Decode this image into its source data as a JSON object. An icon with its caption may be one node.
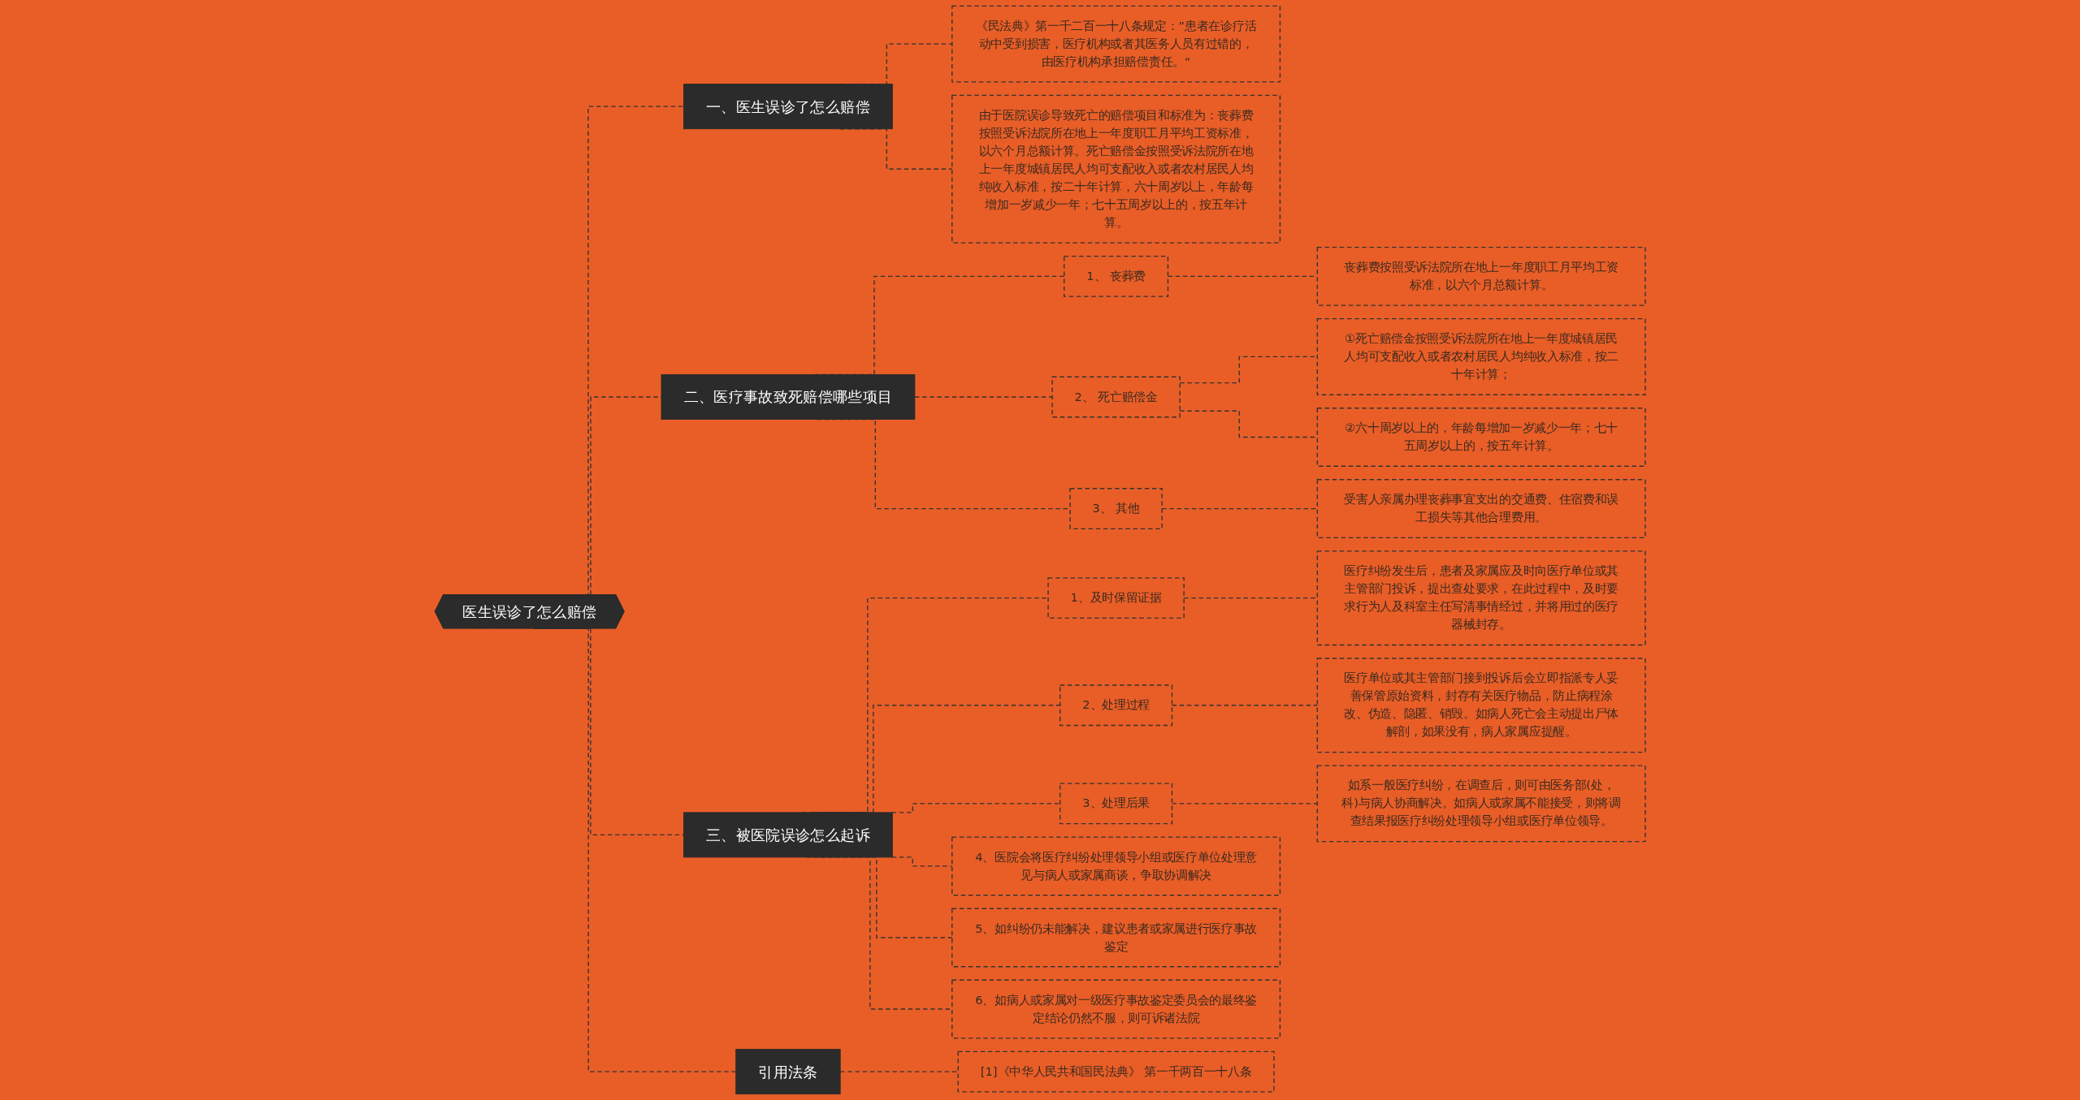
{
  "diagram": {
    "nodes": [
      {
        "text": [
          "医生误诊了怎么赔偿"
        ]
      },
      {
        "text": [
          "一、医生误诊了怎么赔偿"
        ]
      },
      {
        "text": [
          "《民法典》第一千二百一十八条规定：”患者在诊疗活动中受到损害，医疗机构或者其医务人员有过错的，由医疗机构承担赔偿责任。“"
        ]
      },
      {
        "text": [
          "由于医院误诊导致死亡的赔偿项目和标准为：丧葬费按照受诉法院所在地上一年度职工月平均工资标准，以六个月总额计算。死亡赔偿金按照受诉法院所在地上一年度城镇居民人均可支配收入或者农村居民人均纯收入标准，按二十年计算，六十周岁以上，年龄每增加一岁减少一年；七十五周岁以上的，按五年计算。"
        ]
      },
      {
        "text": [
          "二、医疗事故致死赔偿哪些项目"
        ]
      },
      {
        "text": [
          "1、 丧葬费"
        ]
      },
      {
        "text": [
          "丧葬费按照受诉法院所在地上一年度职工月平均工资标准，以六个月总额计算。"
        ]
      },
      {
        "text": [
          "2、 死亡赔偿金"
        ]
      },
      {
        "text": [
          "①死亡赔偿金按照受诉法院所在地上一年度城镇居民人均可支配收入或者农村居民人均纯收入标准，按二十年计算；"
        ]
      },
      {
        "text": [
          "②六十周岁以上的，年龄每增加一岁减少一年；七十五周岁以上的，按五年计算。"
        ]
      },
      {
        "text": [
          "3、 其他"
        ]
      },
      {
        "text": [
          "受害人亲属办理丧葬事宜支出的交通费、住宿费和误工损失等其他合理费用。"
        ]
      },
      {
        "text": [
          "三、被医院误诊怎么起诉"
        ]
      },
      {
        "text": [
          "1、及时保留证据"
        ]
      },
      {
        "text": [
          "医疗纠纷发生后，患者及家属应及时向医疗单位或其主管部门投诉，提出查处要求，在此过程中，及时要求行为人及科室主任写清事情经过，并将用过的医疗器械封存。"
        ]
      },
      {
        "text": [
          "2、处理过程"
        ]
      },
      {
        "text": [
          "医疗单位或其主管部门接到投诉后会立即指派专人妥善保管原始资料，封存有关医疗物品，防止病程涂改、伪造、隐匿、销毁。如病人死亡会主动提出尸体解剖，如果没有，病人家属应提醒。"
        ]
      },
      {
        "text": [
          "3、处理后果"
        ]
      },
      {
        "text": [
          "如系一般医疗纠纷，在调查后，则可由医务部(处，科)与病人协商解决。如病人或家属不能接受，则将调查结果报医疗纠纷处理领导小组或医疗单位领导。"
        ]
      },
      {
        "text": [
          "4、医院会将医疗纠纷处理领导小组或医疗单位处理意见与病人或家属商谈，争取协调解决"
        ]
      },
      {
        "text": [
          "5、如纠纷仍未能解决，建议患者或家属进行医疗事故鉴定"
        ]
      },
      {
        "text": [
          "6、如病人或家属对一级医疗事故鉴定委员会的最终鉴定结论仍然不服，则可诉诸法院"
        ]
      },
      {
        "text": [
          "引用法条"
        ]
      },
      {
        "text": [
          "[1]《中华人民共和国民法典》 第一千两百一十八条"
        ]
      }
    ],
    "edges": [
      {
        "from": 0,
        "to": 1,
        "arrow": "none",
        "style": "dashed"
      },
      {
        "from": 1,
        "to": 2,
        "arrow": "none",
        "style": "dashed"
      },
      {
        "from": 1,
        "to": 3,
        "arrow": "none",
        "style": "dashed"
      },
      {
        "from": 0,
        "to": 4,
        "arrow": "none",
        "style": "dashed"
      },
      {
        "from": 4,
        "to": 5,
        "arrow": "none",
        "style": "dashed"
      },
      {
        "from": 5,
        "to": 6,
        "arrow": "none",
        "style": "dashed"
      },
      {
        "from": 4,
        "to": 7,
        "arrow": "none",
        "style": "dashed"
      },
      {
        "from": 7,
        "to": 8,
        "arrow": "none",
        "style": "dashed"
      },
      {
        "from": 7,
        "to": 9,
        "arrow": "none",
        "style": "dashed"
      },
      {
        "from": 4,
        "to": 10,
        "arrow": "none",
        "style": "dashed"
      },
      {
        "from": 10,
        "to": 11,
        "arrow": "none",
        "style": "dashed"
      },
      {
        "from": 0,
        "to": 12,
        "arrow": "none",
        "style": "dashed"
      },
      {
        "from": 12,
        "to": 13,
        "arrow": "none",
        "style": "dashed"
      },
      {
        "from": 13,
        "to": 14,
        "arrow": "none",
        "style": "dashed"
      },
      {
        "from": 12,
        "to": 15,
        "arrow": "none",
        "style": "dashed"
      },
      {
        "from": 15,
        "to": 16,
        "arrow": "none",
        "style": "dashed"
      },
      {
        "from": 12,
        "to": 17,
        "arrow": "none",
        "style": "dashed"
      },
      {
        "from": 17,
        "to": 18,
        "arrow": "none",
        "style": "dashed"
      },
      {
        "from": 12,
        "to": 19,
        "arrow": "none",
        "style": "dashed"
      },
      {
        "from": 12,
        "to": 20,
        "arrow": "none",
        "style": "dashed"
      },
      {
        "from": 12,
        "to": 21,
        "arrow": "none",
        "style": "dashed"
      },
      {
        "from": 0,
        "to": 22,
        "arrow": "none",
        "style": "dashed"
      },
      {
        "from": 22,
        "to": 23,
        "arrow": "none",
        "style": "dashed"
      }
    ]
  }
}
